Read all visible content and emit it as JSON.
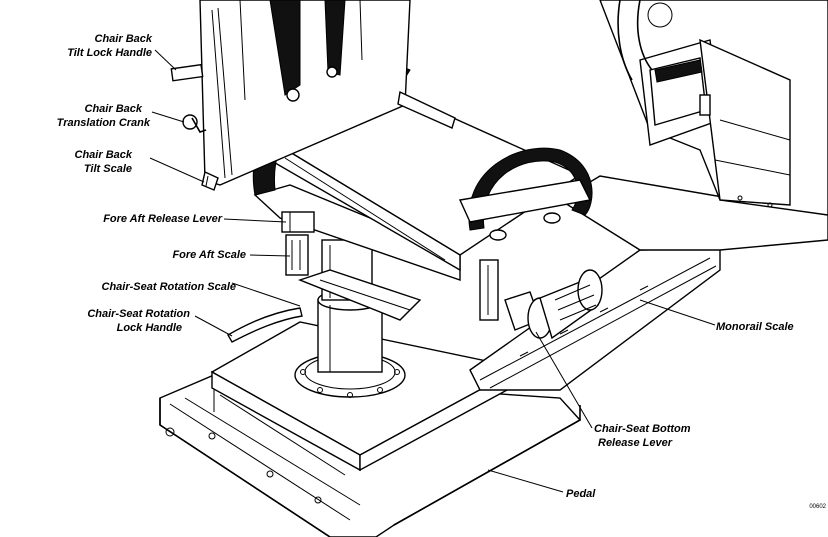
{
  "diagram": {
    "labels": {
      "chair_back_tilt_lock_handle": [
        "Chair Back",
        "Tilt Lock Handle"
      ],
      "chair_back_translation_crank": [
        "Chair Back",
        "Translation Crank"
      ],
      "chair_back_tilt_scale": [
        "Chair Back",
        "Tilt Scale"
      ],
      "fore_aft_release_lever": "Fore Aft Release Lever",
      "fore_aft_scale": "Fore Aft Scale",
      "chair_seat_rotation_scale": "Chair-Seat Rotation Scale",
      "chair_seat_rotation_lock_handle": [
        "Chair-Seat Rotation",
        "Lock Handle"
      ],
      "monorail_scale": "Monorail Scale",
      "chair_seat_bottom_release_lever": [
        "Chair-Seat Bottom",
        "Release Lever"
      ],
      "pedal": "Pedal"
    },
    "figure_code": "00602"
  }
}
